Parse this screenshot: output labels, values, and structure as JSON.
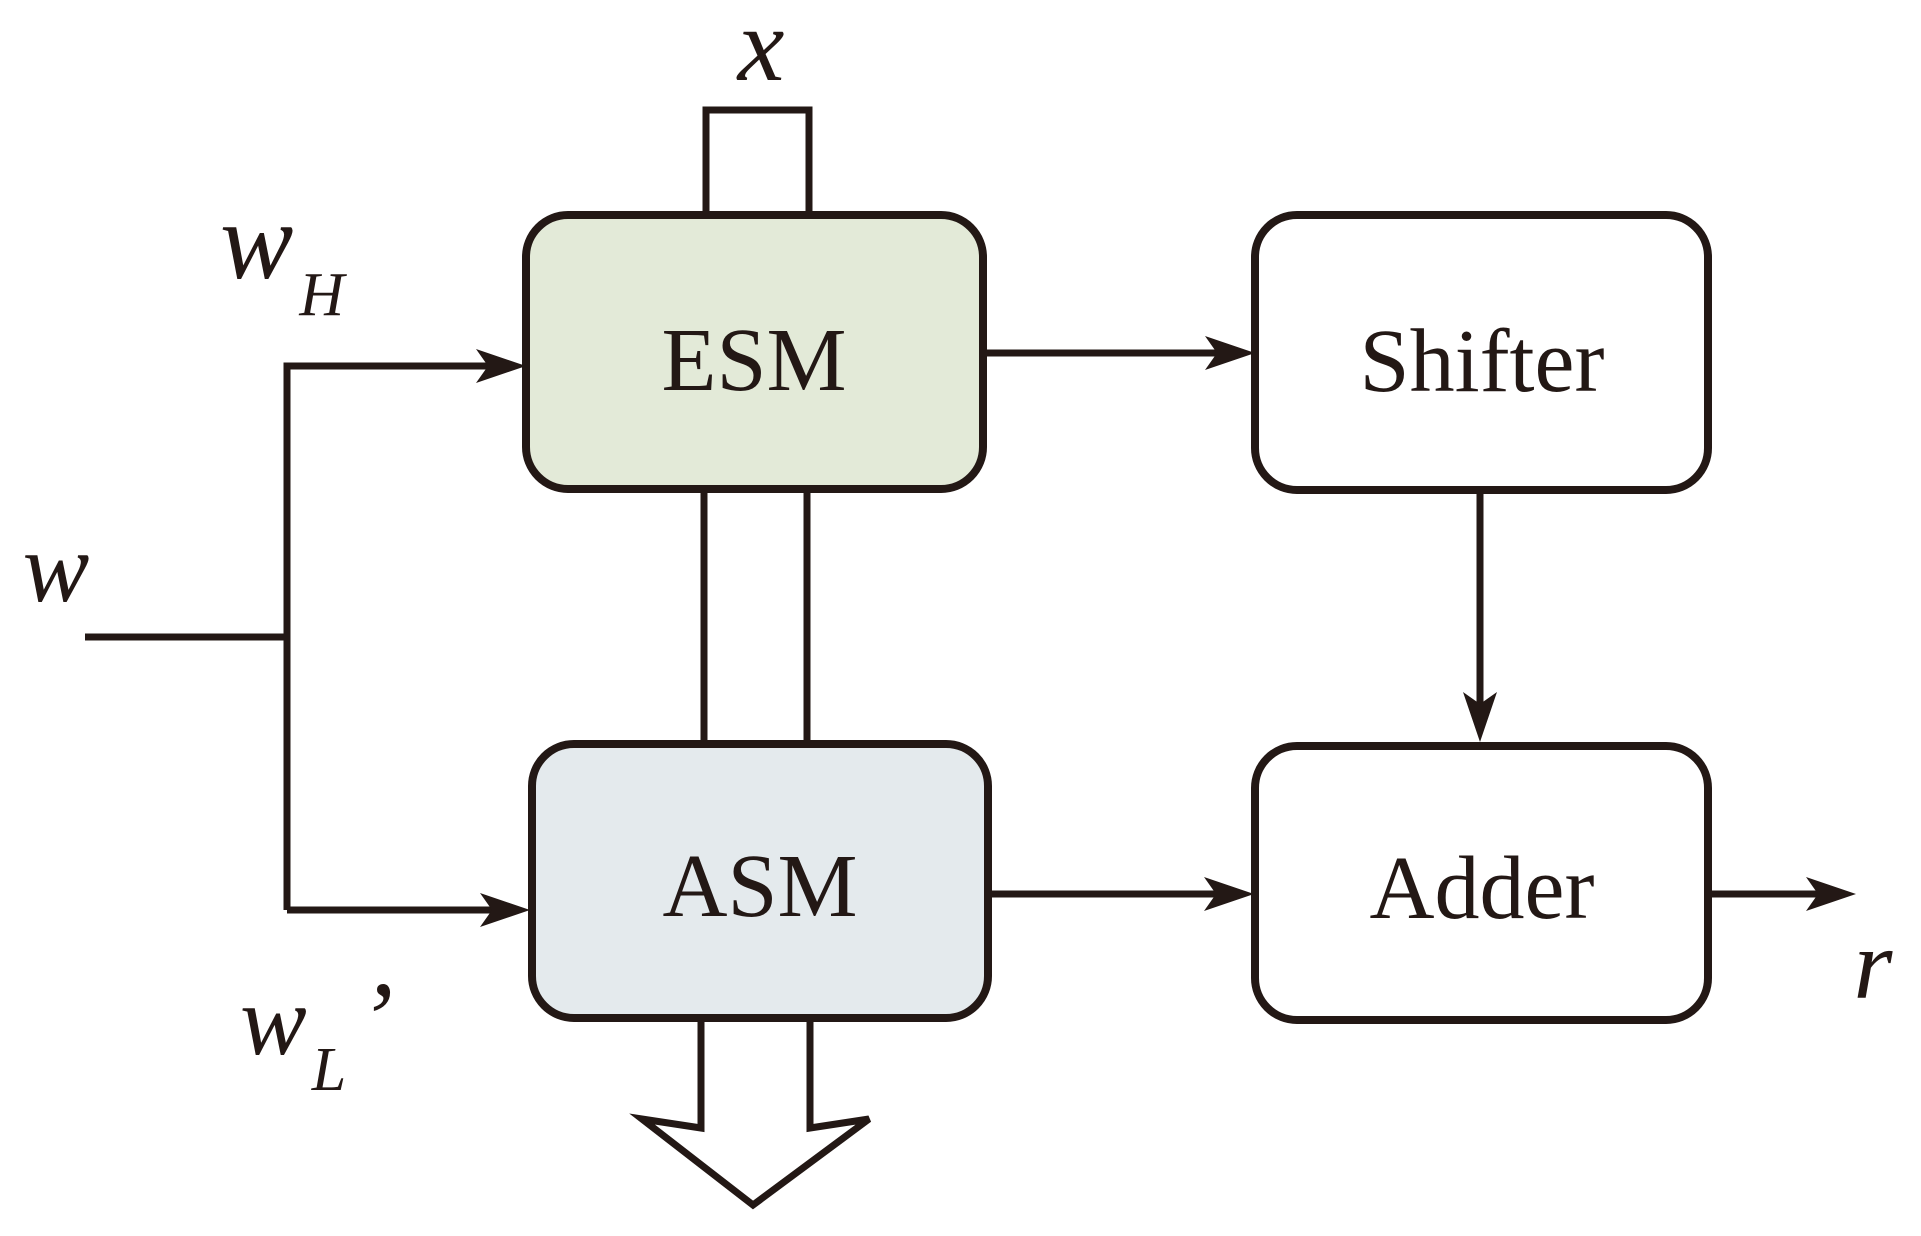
{
  "figure": {
    "type": "block-diagram"
  },
  "colors": {
    "line": "#231815",
    "background": "#ffffff",
    "wl_red": "#c1272d"
  },
  "blocks": {
    "esm": {
      "label": "ESM",
      "fill": "#e3ead8"
    },
    "shifter": {
      "label": "Shifter",
      "fill": "#ffffff"
    },
    "asm": {
      "label": "ASM",
      "fill": "#e4eaed"
    },
    "adder": {
      "label": "Adder",
      "fill": "#ffffff"
    }
  },
  "signals": {
    "x_input": "x",
    "w_input": "w",
    "w_high": {
      "base": "w",
      "subscript": "H"
    },
    "w_low": {
      "base": "w",
      "subscript": "L",
      "prime": "’"
    },
    "result": "r"
  }
}
